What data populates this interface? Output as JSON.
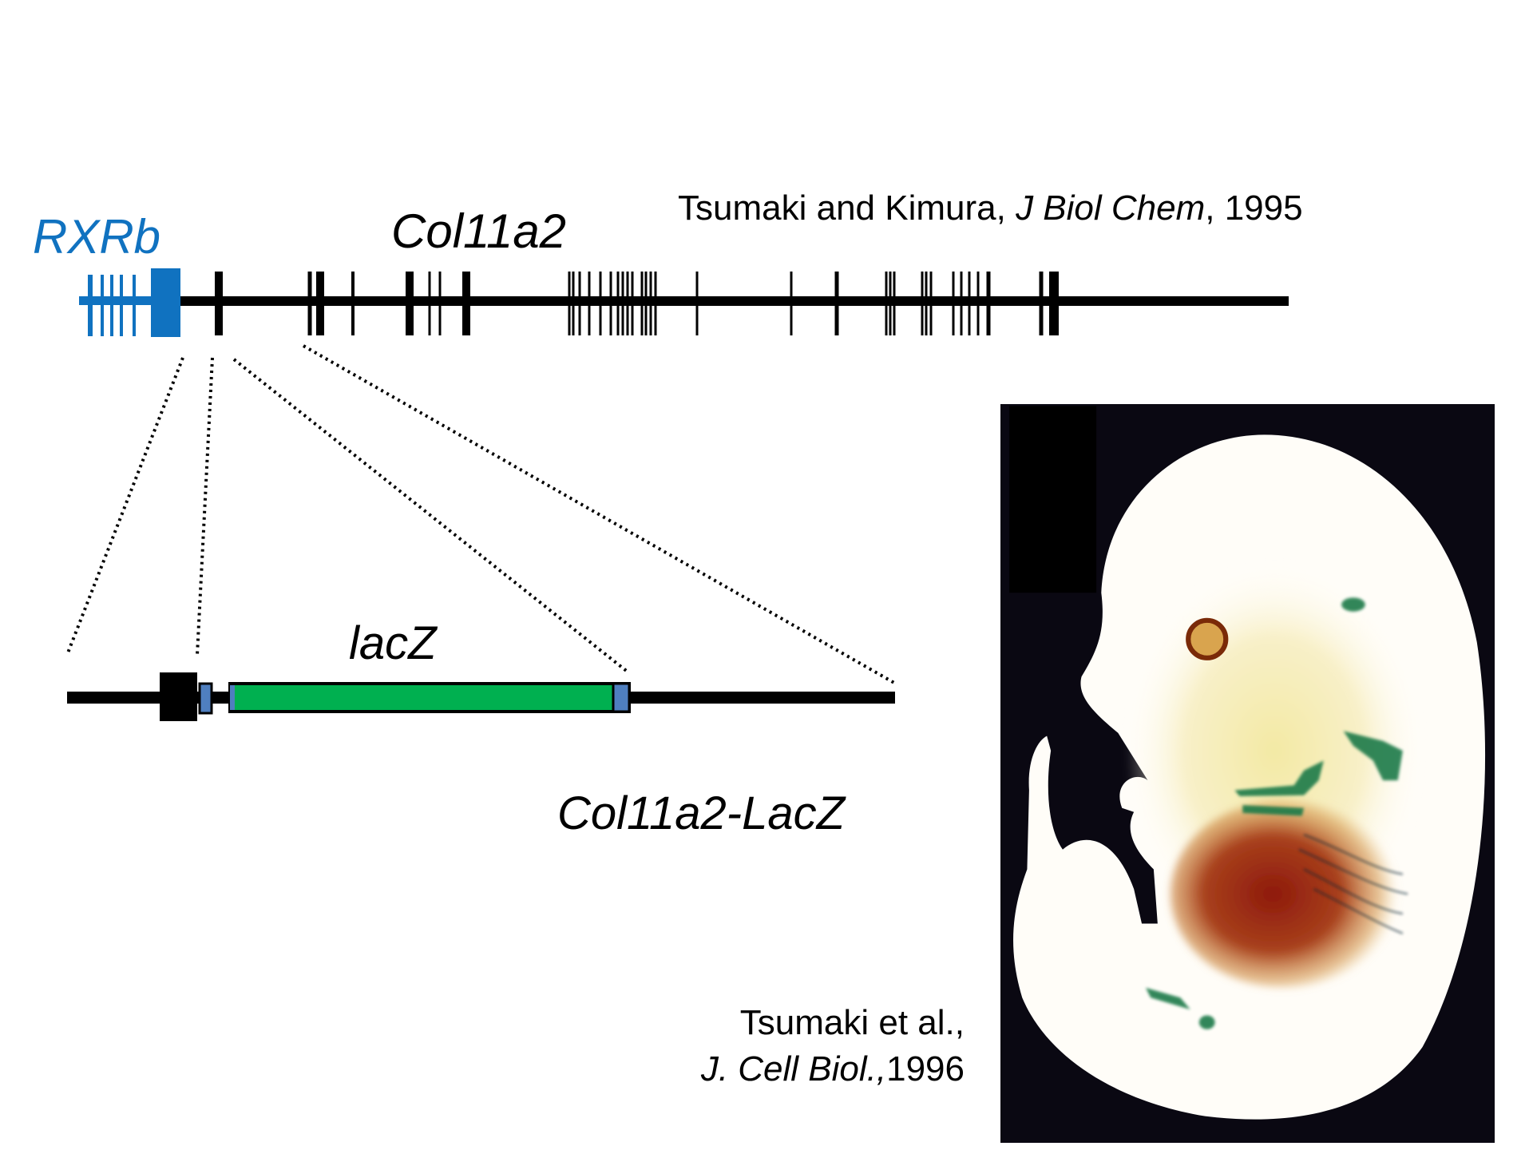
{
  "labels": {
    "rxrb": "RXRb",
    "gene": "Col11a2",
    "reporter": "lacZ",
    "construct": "Col11a2-LacZ"
  },
  "citations": {
    "genomic": {
      "authors": "Tsumaki and Kimura, ",
      "journal": "J Biol Chem",
      "year": ", 1995"
    },
    "embryo": {
      "line1": "Tsumaki et al.,",
      "journal": "J. Cell Biol.,",
      "year": "1996"
    }
  },
  "colors": {
    "rxrb_blue": "#1072c0",
    "lacz_green": "#00b050",
    "element_blue": "#4f7fbf",
    "line_black": "#000000"
  }
}
